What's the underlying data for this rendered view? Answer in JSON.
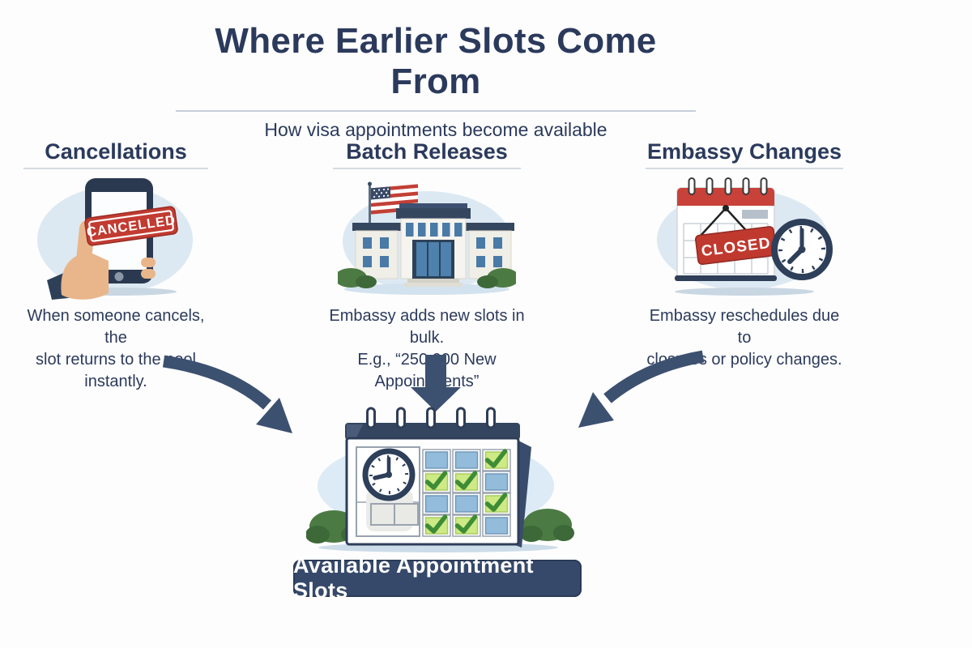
{
  "header": {
    "title": "Where Earlier Slots Come From",
    "subtitle": "How visa appointments become available"
  },
  "sources": [
    {
      "heading": "Cancellations",
      "description": [
        "When someone cancels, the",
        "slot returns to the pool instantly."
      ],
      "illustration": "hand-holding-phone-with-cancelled-stamp",
      "stamp_label": "CANCELLED"
    },
    {
      "heading": "Batch Releases",
      "description": [
        "Embassy adds new slots in bulk.",
        "E.g., “250,000 New Appointments”"
      ],
      "illustration": "embassy-building-with-us-flag"
    },
    {
      "heading": "Embassy Changes",
      "description": [
        "Embassy reschedules due to",
        "closures or policy changes."
      ],
      "illustration": "calendar-with-closed-sign-and-clock",
      "sign_label": "CLOSED"
    }
  ],
  "result": {
    "label": "Available Appointment Slots",
    "illustration": "desk-calendar-with-available-slots"
  },
  "colors": {
    "heading_navy": "#2b3a5c",
    "arrow_navy": "#3c5070",
    "alert_red": "#c23b31",
    "halo_blue": "#dde9f2",
    "slot_blue": "#93bbda",
    "slot_green": "#cdea85",
    "check_green": "#3f8c36"
  }
}
